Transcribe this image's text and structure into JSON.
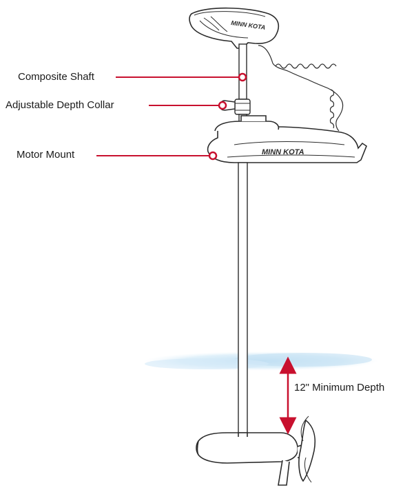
{
  "callouts": {
    "composite_shaft": "Composite Shaft",
    "depth_collar": "Adjustable Depth Collar",
    "motor_mount": "Motor Mount"
  },
  "depth_note": "12\" Minimum Depth",
  "branding": {
    "handle_logo": "MINN KOTA",
    "mount_logo": "MINN KOTA"
  },
  "colors": {
    "callout": "#c8102e",
    "outline": "#2b2b2b",
    "water": "#c7e3f4"
  }
}
